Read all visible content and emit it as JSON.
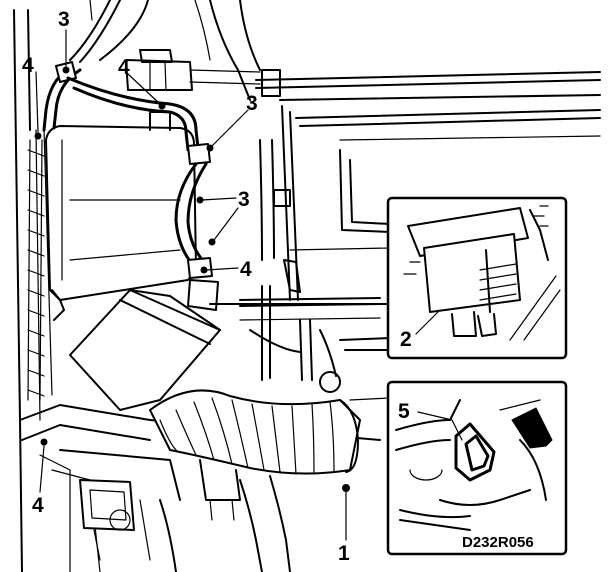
{
  "diagram": {
    "callouts": {
      "c3_top": "3",
      "c4_left": "4",
      "c4_top": "4",
      "c3_right_upper": "3",
      "c3_right_mid": "3",
      "c4_right": "4",
      "c2": "2",
      "c5": "5",
      "c4_bottom": "4",
      "c1": "1"
    },
    "reference_code": "D232R056"
  }
}
